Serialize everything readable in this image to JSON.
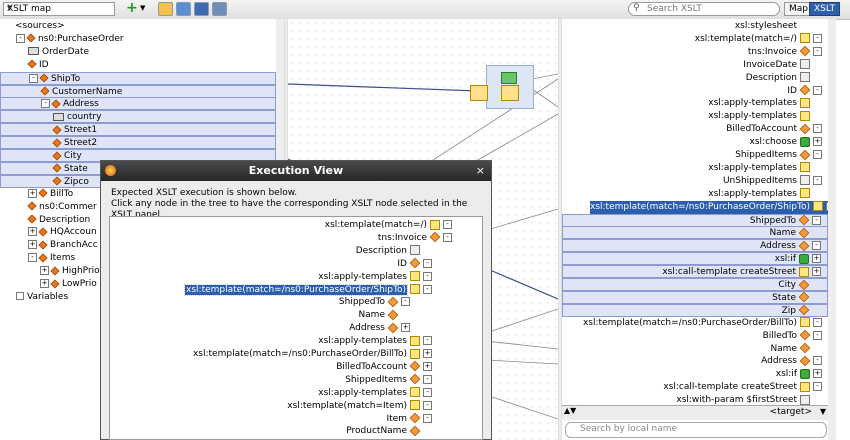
{
  "toolbar": {
    "map_select": "XSLT map",
    "search_placeholder": "Search XSLT",
    "tab_map": "Map",
    "tab_xslt": "XSLT"
  },
  "source_tree": [
    {
      "label": "<sources>",
      "type": "root",
      "depth": 0
    },
    {
      "label": "ns0:PurchaseOrder",
      "type": "element",
      "depth": 1,
      "toggle": "-"
    },
    {
      "label": "OrderDate",
      "type": "attribute",
      "depth": 2
    },
    {
      "label": "ID",
      "type": "element",
      "depth": 2
    },
    {
      "label": "ShipTo",
      "type": "element",
      "depth": 2,
      "toggle": "-",
      "highlight": true
    },
    {
      "label": "CustomerName",
      "type": "element",
      "depth": 3,
      "highlight": true
    },
    {
      "label": "Address",
      "type": "element",
      "depth": 3,
      "toggle": "-",
      "highlight": true
    },
    {
      "label": "country",
      "type": "attribute",
      "depth": 4,
      "highlight": true
    },
    {
      "label": "Street1",
      "type": "element",
      "depth": 4,
      "highlight": true
    },
    {
      "label": "Street2",
      "type": "element",
      "depth": 4,
      "highlight": true
    },
    {
      "label": "City",
      "type": "element",
      "depth": 4,
      "highlight": true
    },
    {
      "label": "State",
      "type": "element",
      "depth": 4,
      "highlight": true
    },
    {
      "label": "Zipco",
      "type": "element",
      "depth": 4,
      "highlight": true
    },
    {
      "label": "BillTo",
      "type": "element",
      "depth": 2,
      "toggle": "+"
    },
    {
      "label": "ns0:Commer",
      "type": "element",
      "depth": 2
    },
    {
      "label": "Description",
      "type": "element",
      "depth": 2
    },
    {
      "label": "HQAccoun",
      "type": "element",
      "depth": 2,
      "toggle": "+"
    },
    {
      "label": "BranchAcc",
      "type": "element",
      "depth": 2,
      "toggle": "+"
    },
    {
      "label": "Items",
      "type": "element",
      "depth": 2,
      "toggle": "-"
    },
    {
      "label": "HighPrio",
      "type": "element",
      "depth": 3,
      "toggle": "+"
    },
    {
      "label": "LowPrio",
      "type": "element",
      "depth": 3,
      "toggle": "+"
    },
    {
      "label": "Variables",
      "type": "folder",
      "depth": 1
    }
  ],
  "xslt_tree": [
    {
      "label": "xsl:stylesheet",
      "icon": "gear",
      "toggle": ""
    },
    {
      "label": "xsl:template(match=/)",
      "icon": "y",
      "toggle": "-"
    },
    {
      "label": "tns:Invoice",
      "icon": "o",
      "toggle": "-"
    },
    {
      "label": "InvoiceDate",
      "icon": "gy",
      "toggle": ""
    },
    {
      "label": "Description",
      "icon": "gy",
      "toggle": ""
    },
    {
      "label": "ID",
      "icon": "o",
      "toggle": "-"
    },
    {
      "label": "xsl:apply-templates",
      "icon": "y",
      "toggle": ""
    },
    {
      "label": "xsl:apply-templates",
      "icon": "y",
      "toggle": ""
    },
    {
      "label": "BilledToAccount",
      "icon": "o",
      "toggle": "-"
    },
    {
      "label": "xsl:choose",
      "icon": "g",
      "toggle": "+"
    },
    {
      "label": "ShippedItems",
      "icon": "o",
      "toggle": "-"
    },
    {
      "label": "xsl:apply-templates",
      "icon": "y",
      "toggle": ""
    },
    {
      "label": "UnShippedItems",
      "icon": "gy",
      "toggle": "-"
    },
    {
      "label": "xsl:apply-templates",
      "icon": "y",
      "toggle": ""
    },
    {
      "label": "xsl:template(match=/ns0:PurchaseOrder/ShipTo)",
      "icon": "y",
      "toggle": "-",
      "selected": true
    },
    {
      "label": "ShippedTo",
      "icon": "o",
      "toggle": "-",
      "highlight": true
    },
    {
      "label": "Name",
      "icon": "o",
      "toggle": "",
      "highlight": true
    },
    {
      "label": "Address",
      "icon": "o",
      "toggle": "-",
      "highlight": true
    },
    {
      "label": "xsl:if",
      "icon": "g",
      "toggle": "+",
      "highlight": true
    },
    {
      "label": "xsl:call-template createStreet",
      "icon": "y",
      "toggle": "+",
      "highlight": true
    },
    {
      "label": "City",
      "icon": "o",
      "toggle": "",
      "highlight": true
    },
    {
      "label": "State",
      "icon": "o",
      "toggle": "",
      "highlight": true
    },
    {
      "label": "Zip",
      "icon": "o",
      "toggle": "",
      "highlight": true
    },
    {
      "label": "xsl:template(match=/ns0:PurchaseOrder/BillTo)",
      "icon": "y",
      "toggle": "-"
    },
    {
      "label": "BilledTo",
      "icon": "o",
      "toggle": "-"
    },
    {
      "label": "Name",
      "icon": "o",
      "toggle": ""
    },
    {
      "label": "Address",
      "icon": "o",
      "toggle": "-"
    },
    {
      "label": "xsl:if",
      "icon": "g",
      "toggle": "+"
    },
    {
      "label": "xsl:call-template createStreet",
      "icon": "y",
      "toggle": "-"
    },
    {
      "label": "xsl:with-param $firstStreet",
      "icon": "gy",
      "toggle": ""
    }
  ],
  "target_label": "<target>",
  "search_local": "Search by local name",
  "dialog": {
    "title": "Execution View",
    "close": "×",
    "message_line1": "Expected XSLT execution is shown below.",
    "message_line2": "Click any node in the tree to have the corresponding XSLT node selected in the XSLT panel.",
    "tree": [
      {
        "label": "xsl:template(match=/)",
        "icon": "y",
        "toggle": "-"
      },
      {
        "label": "tns:Invoice",
        "icon": "o",
        "toggle": "-"
      },
      {
        "label": "Description",
        "icon": "gy",
        "toggle": ""
      },
      {
        "label": "ID",
        "icon": "o",
        "toggle": "-"
      },
      {
        "label": "xsl:apply-templates",
        "icon": "y",
        "toggle": "-"
      },
      {
        "label": "xsl:template(match=/ns0:PurchaseOrder/ShipTo)",
        "icon": "y",
        "toggle": "-",
        "selected": true
      },
      {
        "label": "ShippedTo",
        "icon": "o",
        "toggle": "-"
      },
      {
        "label": "Name",
        "icon": "o",
        "toggle": ""
      },
      {
        "label": "Address",
        "icon": "o",
        "toggle": "+"
      },
      {
        "label": "xsl:apply-templates",
        "icon": "y",
        "toggle": "-"
      },
      {
        "label": "xsl:template(match=/ns0:PurchaseOrder/BillTo)",
        "icon": "y",
        "toggle": "+"
      },
      {
        "label": "BilledToAccount",
        "icon": "o",
        "toggle": "+"
      },
      {
        "label": "ShippedItems",
        "icon": "o",
        "toggle": "-"
      },
      {
        "label": "xsl:apply-templates",
        "icon": "y",
        "toggle": "-"
      },
      {
        "label": "xsl:template(match=Item)",
        "icon": "y",
        "toggle": "-"
      },
      {
        "label": "Item",
        "icon": "o",
        "toggle": "-"
      },
      {
        "label": "ProductName",
        "icon": "o",
        "toggle": ""
      }
    ]
  }
}
